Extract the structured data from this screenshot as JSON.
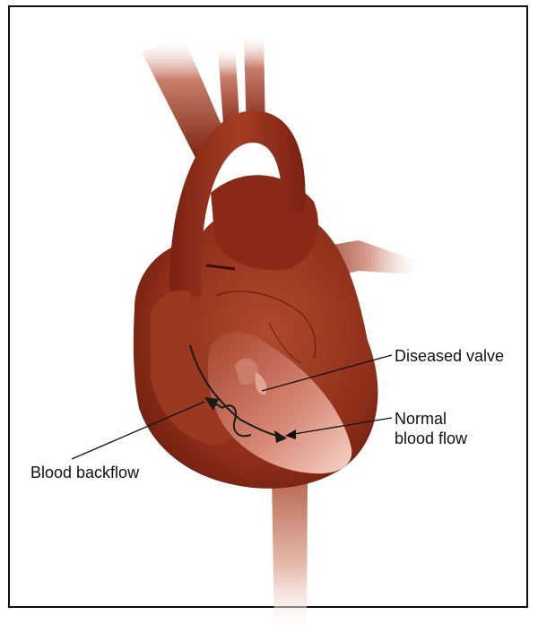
{
  "labels": {
    "diseased_valve": "Diseased valve",
    "normal_flow_line1": "Normal",
    "normal_flow_line2": "blood flow",
    "backflow": "Blood backflow"
  },
  "colors": {
    "heart_dark": "#7a2110",
    "heart_mid": "#a63d25",
    "heart_light": "#d98a78",
    "interior_pink": "#f3c9bd",
    "frame": "#111111"
  }
}
